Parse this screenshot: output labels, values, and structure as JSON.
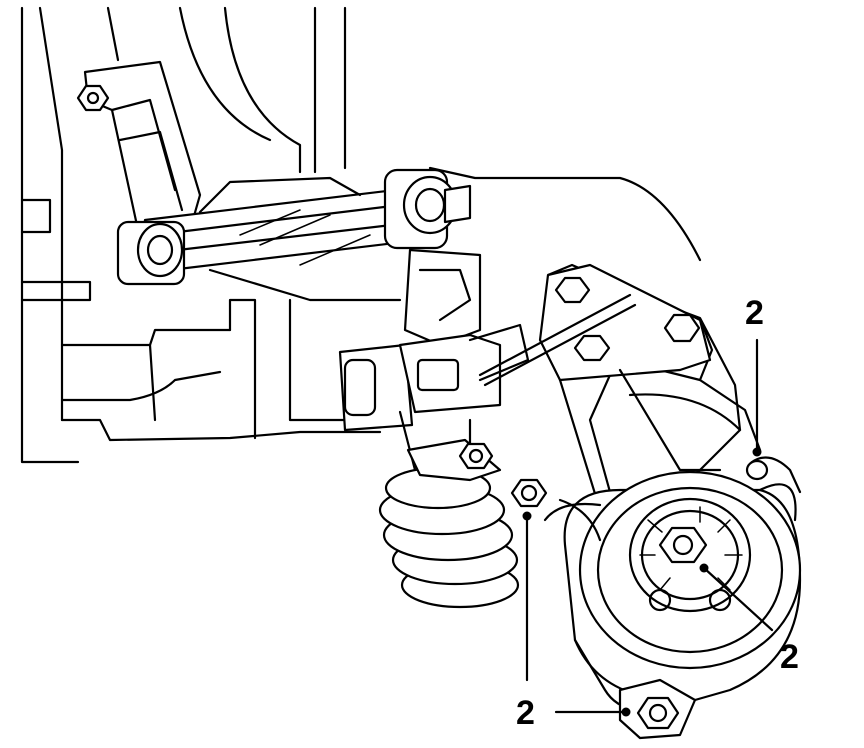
{
  "callouts": [
    {
      "id": "callout-top-right",
      "label": "2"
    },
    {
      "id": "callout-center-nut",
      "label": "2"
    },
    {
      "id": "callout-bottom-bolt",
      "label": "2"
    },
    {
      "id": "callout-left-bolt",
      "label": "2"
    }
  ]
}
